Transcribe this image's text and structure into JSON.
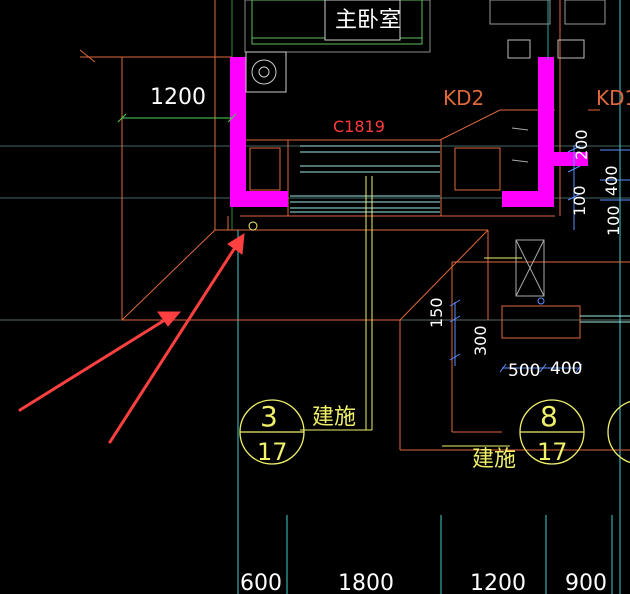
{
  "labels": {
    "room": "主卧室",
    "window": "C1819",
    "kd2": "KD2",
    "kd1": "KD1",
    "jianshi": "建施"
  },
  "dims": {
    "d1200_left": "1200",
    "d200": "200",
    "d400_right": "400",
    "d100_a": "100",
    "d100_b": "100",
    "d150": "150",
    "d300": "300",
    "d500": "500",
    "d400_mid": "400",
    "b600": "600",
    "b1800": "1800",
    "b1200": "1200",
    "b900": "900"
  },
  "callouts": [
    {
      "num": "3",
      "sheet": "17"
    },
    {
      "num": "8",
      "sheet": "17"
    }
  ],
  "colors": {
    "background": "#000000",
    "wall": "#ff00ff",
    "outline": "#e0683c",
    "dimension": "#f0f06a",
    "annotation_arrow": "#ff4040",
    "window_lines": "#9be7e7",
    "axis": "#3fd0d0"
  }
}
